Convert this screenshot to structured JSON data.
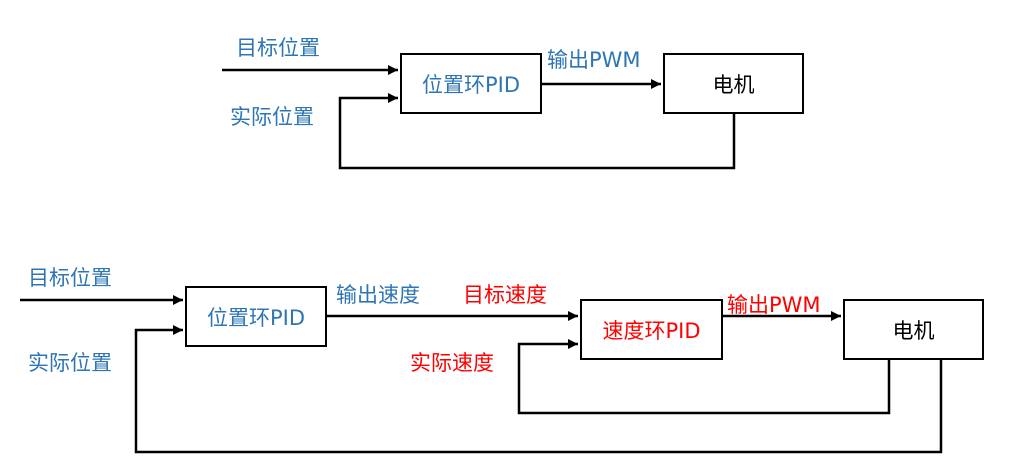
{
  "top": {
    "target_position": "目标位置",
    "actual_position": "实际位置",
    "position_loop": "位置环PID",
    "output_pwm": "输出PWM",
    "motor": "电机"
  },
  "bottom": {
    "target_position": "目标位置",
    "actual_position": "实际位置",
    "position_loop": "位置环PID",
    "output_speed": "输出速度",
    "target_speed": "目标速度",
    "actual_speed": "实际速度",
    "speed_loop": "速度环PID",
    "output_pwm": "输出PWM",
    "motor": "电机"
  },
  "colors": {
    "blue": "#2E75B6",
    "red": "#FF0000",
    "line": "#000000"
  }
}
